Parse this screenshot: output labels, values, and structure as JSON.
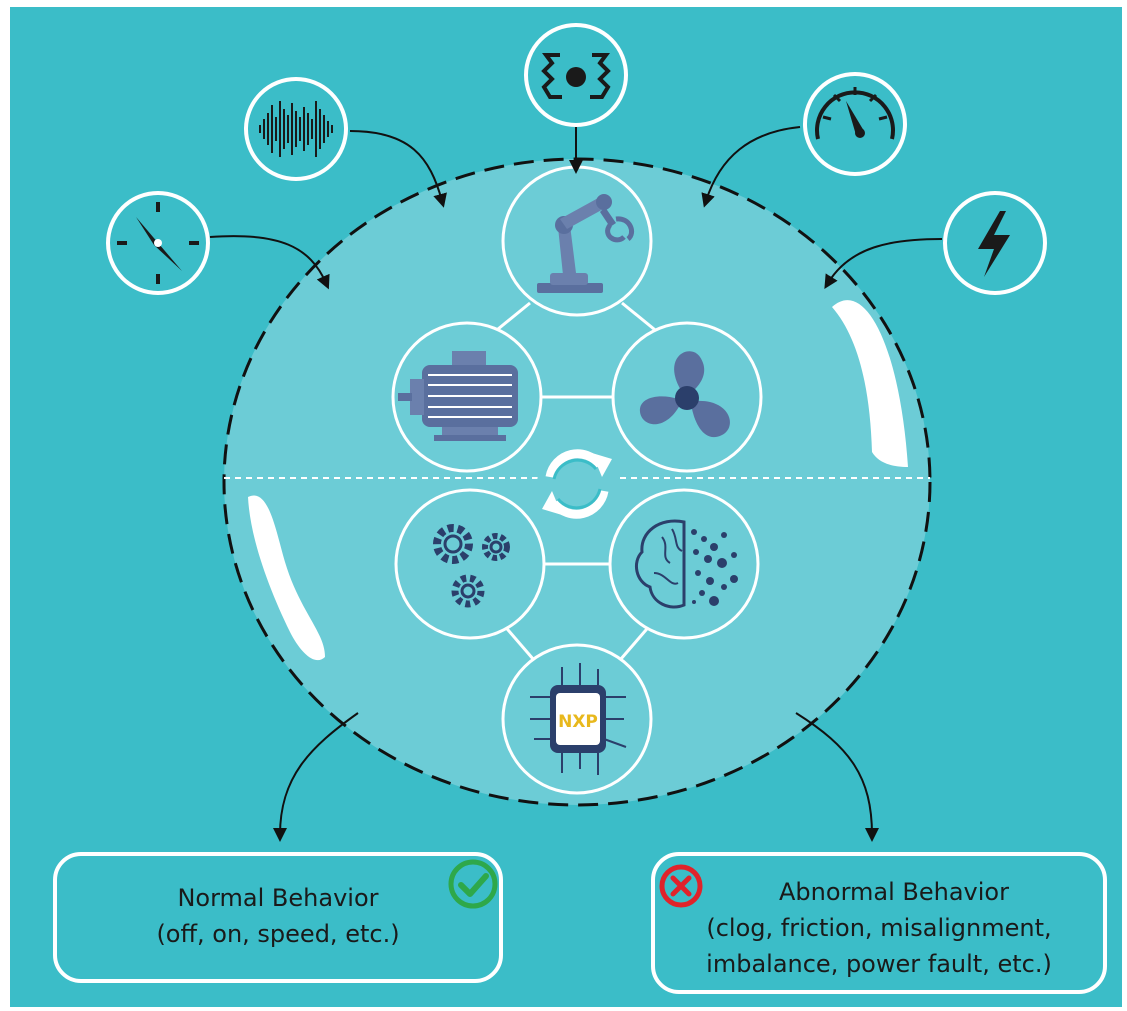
{
  "diagram": {
    "colors": {
      "background": "#3bbdc8",
      "inner_disc": "#6cccd6",
      "outline": "#ffffff",
      "dashed_border": "#111111",
      "icon_fill": "#5a6f9e",
      "icon_dark": "#2b3f6b",
      "ok_green": "#2ea84a",
      "error_red": "#e0232b"
    },
    "sensor_icons": [
      "compass-icon",
      "sound-wave-icon",
      "vibration-icon",
      "gauge-icon",
      "lightning-icon"
    ],
    "device_icons": [
      "robot-arm-icon",
      "electric-motor-icon",
      "fan-icon",
      "gears-icon",
      "ai-brain-icon",
      "nxp-chip-icon"
    ],
    "chip_label": "NXP",
    "normal": {
      "title": "Normal Behavior",
      "detail": "(off, on, speed, etc.)",
      "status_icon": "check-icon"
    },
    "abnormal": {
      "title": "Abnormal Behavior",
      "detail_line1": "(clog, friction, misalignment,",
      "detail_line2": "imbalance, power fault, etc.)",
      "status_icon": "cross-icon"
    }
  }
}
